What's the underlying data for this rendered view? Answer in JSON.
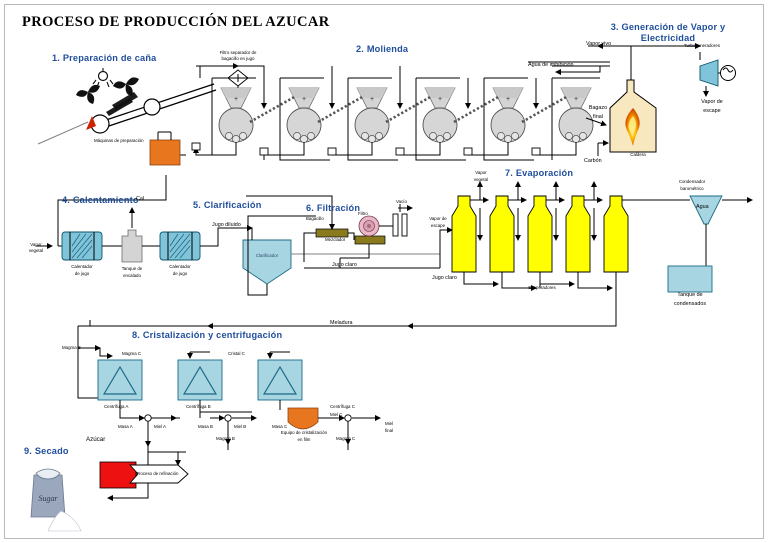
{
  "page": {
    "title": "PROCESO DE PRODUCCIÓN DEL AZUCAR"
  },
  "sections": [
    {
      "id": "s1",
      "label": "1. Preparación de caña"
    },
    {
      "id": "s2",
      "label": "2. Molienda"
    },
    {
      "id": "s3",
      "label": "3. Generación de Vapor y",
      "label2": "Electricidad"
    },
    {
      "id": "s4",
      "label": "4. Calentamiento"
    },
    {
      "id": "s5",
      "label": "5. Clarificación"
    },
    {
      "id": "s6",
      "label": "6. Filtración"
    },
    {
      "id": "s7",
      "label": "7. Evaporación"
    },
    {
      "id": "s8",
      "label": "8. Cristalización y centrifugación"
    },
    {
      "id": "s9",
      "label": "9. Secado"
    }
  ],
  "labels": {
    "maquinas_preparacion": "Máquinas de preparación",
    "filtro_separador": "Filtro separador de",
    "filtro_separador2": "bagacillo en jugo",
    "agua_imbibicion": "Agua de imbibición",
    "vapor_vivo": "Vapor vivo",
    "turbogeneradores": "Turbogeneradores",
    "vapor_escape_gen": "Vapor de",
    "vapor_escape_gen2": "escape",
    "bagazo_final": "Bagazo",
    "bagazo_final2": "final",
    "carbon": "Carbón",
    "caldera": "Caldera",
    "vapor_vegetal": "Vapor",
    "vapor_vegetal2": "vegetal",
    "calentador_jugo_1": "Calentador",
    "calentador_jugo_1b": "de jugo",
    "tanque_encalado": "Tanque de",
    "tanque_encalado2": "encalado",
    "cal": "Cal",
    "calentador_jugo_2": "Calentador",
    "calentador_jugo_2b": "de jugo",
    "jugo_diluido": "Jugo diluido",
    "clarificador": "Clarificador",
    "bagacillo": "Bagacillo",
    "mezclador": "Mezclador",
    "filtro": "Filtro",
    "vacio": "Vacío",
    "jugo_claro_1": "Jugo claro",
    "jugo_claro_2": "Jugo claro",
    "vapor_escape_ev": "Vapor de",
    "vapor_escape_ev2": "escape",
    "vapor_vegetal_ev": "Vapor",
    "vapor_vegetal_ev2": "vegetal",
    "evaporadores": "Evaporadores",
    "condensador": "Condensador",
    "condensador2": "barométrico",
    "agua": "Agua",
    "tanque_condensados": "Tanque de",
    "tanque_condensados2": "condensados",
    "meladura": "Meladura",
    "magma_b": "Magma B",
    "magma_c": "Magma C",
    "cristal_c": "Cristal C",
    "centrifuga_a": "Centrífuga A",
    "centrifuga_b": "Centrífuga B",
    "centrifuga_c": "Centrífuga C",
    "masa_a": "Masa A",
    "miel_a": "Miel A",
    "masa_b": "Masa B",
    "miel_b": "Miel B",
    "masa_c": "Masa C",
    "miel_c": "Miel C",
    "miel_c2": "Miel C",
    "miel_final": "Miel",
    "miel_final2": "final",
    "magma_c2": "Magma C",
    "magma_b2": "Magma B",
    "equipo_cristalizacion": "Equipo de cristalización",
    "equipo_cristalizacion2": "en film",
    "azucar": "Azúcar",
    "proceso_refinacion": "Proceso de refinación",
    "sugar_bag": "Sugar"
  },
  "colors": {
    "section_heading": "#1f4e9c",
    "evaporator": "#ffff00",
    "clarifier": "#a8d5e2",
    "heater": "#7fc4d8",
    "boiler": "#f7e8c0",
    "tank_orange": "#e8761f",
    "dryer_red": "#ee1111",
    "mill_gray": "#d4d4d4"
  }
}
